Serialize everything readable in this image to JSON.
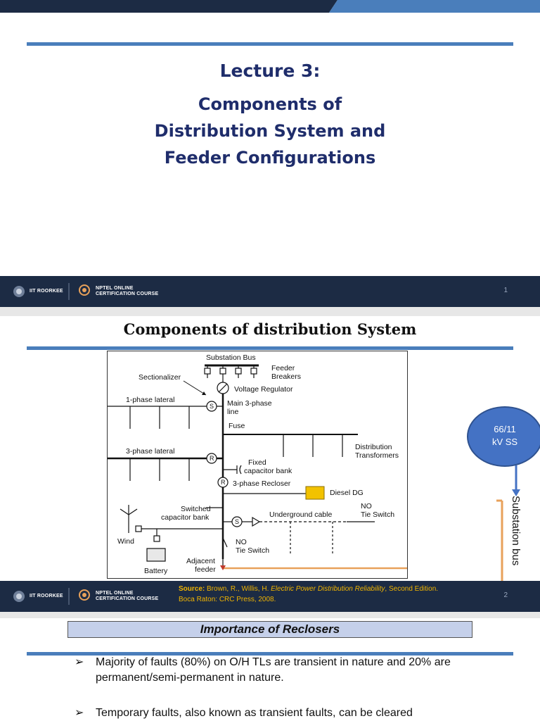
{
  "slide1": {
    "title_line1": "Lecture 3:",
    "title_line2": "Components of",
    "title_line3": "Distribution System and",
    "title_line4": "Feeder Configurations",
    "page_number": "1"
  },
  "footer": {
    "institute": "IIT ROORKEE",
    "nptel_line1": "NPTEL ONLINE",
    "nptel_line2": "CERTIFICATION COURSE"
  },
  "slide2": {
    "title": "Components of distribution System",
    "page_number": "2",
    "diagram_labels": {
      "substation_bus": "Substation Bus",
      "feeder_breakers_1": "Feeder",
      "feeder_breakers_2": "Breakers",
      "sectionalizer": "Sectionalizer",
      "voltage_regulator": "Voltage Regulator",
      "one_phase_lateral": "1-phase lateral",
      "main_line_1": "Main 3-phase",
      "main_line_2": "line",
      "fuse": "Fuse",
      "three_phase_lateral": "3-phase lateral",
      "dist_transformers_1": "Distribution",
      "dist_transformers_2": "Transformers",
      "fixed_cap_1": "Fixed",
      "fixed_cap_2": "capacitor bank",
      "recloser": "3-phase Recloser",
      "diesel_dg": "Diesel DG",
      "switched_cap_1": "Switched",
      "switched_cap_2": "capacitor bank",
      "underground_cable": "Underground cable",
      "no_1": "NO",
      "tie_switch_1": "Tie Switch",
      "wind": "Wind",
      "no_2": "NO",
      "tie_switch_2": "Tie Switch",
      "adjacent_1": "Adjacent",
      "adjacent_2": "feeder",
      "battery": "Battery",
      "sym_s": "S",
      "sym_r": "R"
    },
    "ellipse_line1": "66/11",
    "ellipse_line2": "kV SS",
    "substation_bus_vertical": "Substation bus",
    "source_label": "Source:",
    "source_authors": " Brown, R., Willis, H.  ",
    "source_title": "Electric Power Distribution Reliability",
    "source_edition": ", Second Edition.",
    "source_line2": "Boca Raton: CRC Press, 2008."
  },
  "slide3": {
    "heading": "Importance of Reclosers",
    "bullet_marker": "➢",
    "bullet1": "Majority of faults (80%) on O/H TLs are transient in nature and 20% are permanent/semi-permanent in nature.",
    "bullet2": "Temporary faults, also known as transient faults, can be cleared"
  },
  "colors": {
    "title_blue": "#1f2d6b",
    "rule_blue": "#4a7ebb",
    "footer_navy": "#1c2b44",
    "accent_orange": "#e8a15a",
    "ellipse_blue": "#4472c4",
    "source_yellow": "#f0b400",
    "heading_box": "#c5d0ea"
  }
}
